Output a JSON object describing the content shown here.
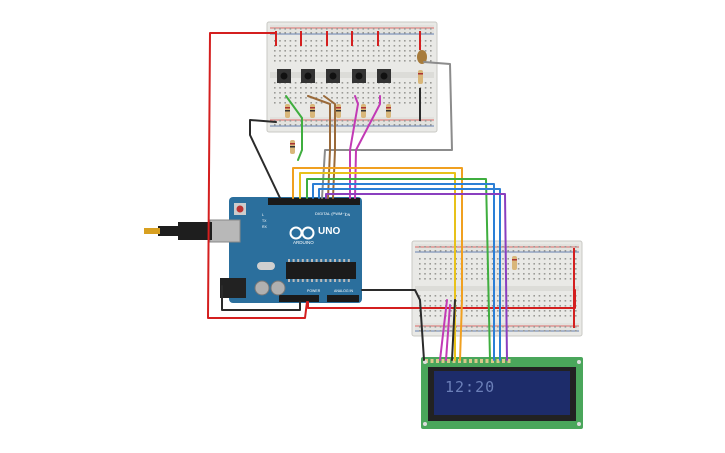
{
  "arduino": {
    "model": "UNO",
    "brand": "ARDUINO",
    "digital_header_label": "DIGITAL (PWM~)",
    "power_label": "POWER",
    "analog_label": "ANALOG IN",
    "pin_tx": "TX",
    "pin_rx": "RX",
    "pin_l": "L",
    "on_label": "ON",
    "board_color": "#2b6f9d"
  },
  "lcd": {
    "display_text": "12:20",
    "screen_color": "#1d2c6a",
    "pcb_color": "#4aa65b"
  },
  "wire_colors": {
    "red": "#d41f1f",
    "black": "#2b2b2b",
    "green": "#3fae3f",
    "brown": "#9a6a3a",
    "magenta": "#c23ab5",
    "orange": "#f0a020",
    "yellow": "#e8c21a",
    "blue": "#2c7fd6",
    "purple": "#8a3fbf",
    "gray": "#8c8c8c"
  }
}
